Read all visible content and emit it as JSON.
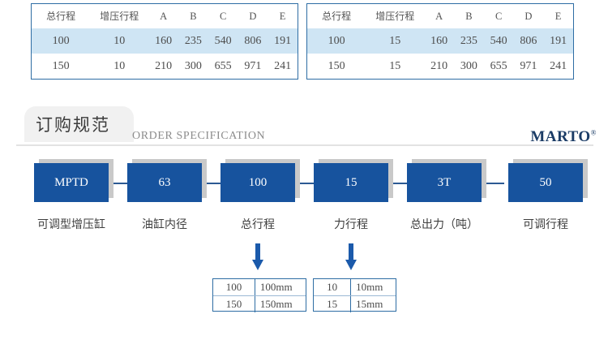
{
  "spec_tables": [
    {
      "name": "spec-table-left",
      "headers": [
        "总行程",
        "增压行程",
        "A",
        "B",
        "C",
        "D",
        "E"
      ],
      "rows": [
        {
          "highlight": true,
          "cells": [
            "100",
            "10",
            "160",
            "235",
            "540",
            "806",
            "191"
          ]
        },
        {
          "highlight": false,
          "cells": [
            "150",
            "10",
            "210",
            "300",
            "655",
            "971",
            "241"
          ]
        }
      ]
    },
    {
      "name": "spec-table-right",
      "headers": [
        "总行程",
        "增压行程",
        "A",
        "B",
        "C",
        "D",
        "E"
      ],
      "rows": [
        {
          "highlight": true,
          "cells": [
            "100",
            "15",
            "160",
            "235",
            "540",
            "806",
            "191"
          ]
        },
        {
          "highlight": false,
          "cells": [
            "150",
            "15",
            "210",
            "300",
            "655",
            "971",
            "241"
          ]
        }
      ]
    }
  ],
  "section": {
    "title_cn": "订购规范",
    "title_en": "ORDER SPECIFICATION",
    "brand": "MARTO",
    "brand_mark": "®"
  },
  "order_code": {
    "boxes": [
      {
        "value": "MPTD",
        "label": "可调型增压缸",
        "is_cjk": false
      },
      {
        "value": "63",
        "label": "油缸内径",
        "is_cjk": false
      },
      {
        "value": "100",
        "label": "总行程",
        "is_cjk": false
      },
      {
        "value": "15",
        "label": "力行程",
        "is_cjk": false
      },
      {
        "value": "3T",
        "label": "总出力（吨）",
        "is_cjk": false
      },
      {
        "value": "50",
        "label": "可调行程",
        "is_cjk": false
      }
    ]
  },
  "legend_tables": [
    {
      "name": "stroke-legend",
      "rows": [
        {
          "code": "100",
          "desc": "100mm"
        },
        {
          "code": "150",
          "desc": "150mm"
        }
      ]
    },
    {
      "name": "force-stroke-legend",
      "rows": [
        {
          "code": "10",
          "desc": "10mm"
        },
        {
          "code": "15",
          "desc": "15mm"
        }
      ]
    }
  ],
  "colors": {
    "box_blue": "#17539e",
    "box_shadow": "#c9c9c9",
    "table_border": "#2e6da4",
    "row_highlight": "#cfe5f4",
    "brand_navy": "#1b3c66",
    "arrow_blue": "#1b5aab"
  }
}
